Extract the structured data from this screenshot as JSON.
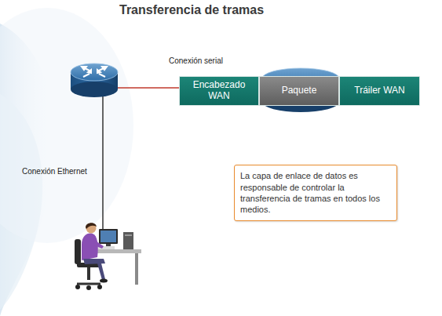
{
  "diagram": {
    "title": "Transferencia de tramas",
    "nodes": [
      {
        "text": [
          "Encabezado WAN"
        ]
      },
      {
        "text": [
          "Paquete"
        ]
      },
      {
        "text": [
          "Tráiler WAN"
        ]
      },
      {
        "text": [
          "La capa de enlace de datos es responsable de controlar la transferencia de tramas en todos los medios."
        ]
      }
    ],
    "labels": [
      "Conexión serial",
      "Conexión Ethernet"
    ]
  }
}
